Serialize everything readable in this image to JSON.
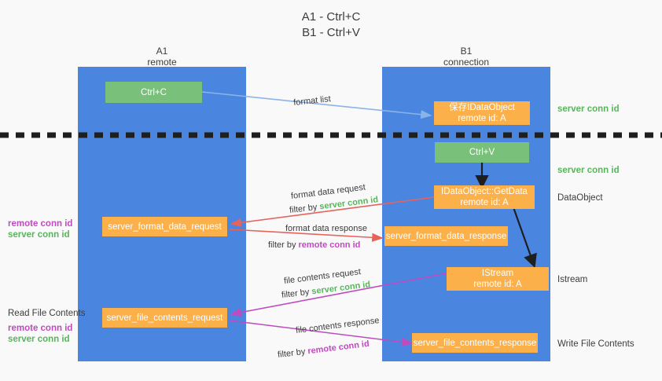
{
  "title": {
    "line1": "A1 - Ctrl+C",
    "line2": "B1 - Ctrl+V"
  },
  "colors": {
    "lane": "#4a86e0",
    "node_orange": "#fbb04a",
    "node_green": "#79c07a",
    "arrow_blue": "#8ab4e8",
    "arrow_red": "#e8625c",
    "arrow_purple": "#c04ac0",
    "arrow_black": "#1f1f1f",
    "text_green": "#57b65c",
    "text_purple": "#c04ac0",
    "text_dark": "#3c3c3c",
    "background": "#f9f9f9"
  },
  "columns": [
    {
      "name": "A1",
      "sub": "remote"
    },
    {
      "name": "B1",
      "sub": "connection"
    }
  ],
  "nodes": {
    "ctrl_c": {
      "label": "Ctrl+C"
    },
    "save_idataobject": {
      "line1": "保存IDataObject",
      "line2": "remote id: A"
    },
    "ctrl_v": {
      "label": "Ctrl+V"
    },
    "getdata": {
      "line1": "IDataObject::GetData",
      "line2": "remote id: A"
    },
    "format_data_request": {
      "label": "server_format_data_request"
    },
    "format_data_response": {
      "label": "server_format_data_response"
    },
    "istream": {
      "line1": "IStream",
      "line2": "remote id: A"
    },
    "file_contents_request": {
      "label": "server_file_contents_request"
    },
    "file_contents_response": {
      "label": "server_file_contents_response"
    }
  },
  "edge_labels": {
    "format_list": "format list",
    "format_data_request": "format data request",
    "format_data_request_filter_prefix": "filter by ",
    "format_data_request_filter_key": "server conn id",
    "format_data_response": "format data response",
    "format_data_response_filter_prefix": "filter by ",
    "format_data_response_filter_key": "remote conn id",
    "file_contents_request": "file contents request",
    "file_contents_request_filter_prefix": "filter by ",
    "file_contents_request_filter_key": "server conn id",
    "file_contents_response": "file contents response",
    "file_contents_response_filter_prefix": "filter by ",
    "file_contents_response_filter_key": "remote conn id"
  },
  "right_labels": [
    {
      "text": "server conn id",
      "kind": "green"
    },
    {
      "text": "server conn id",
      "kind": "green"
    },
    {
      "text": "DataObject",
      "kind": "dark"
    },
    {
      "text": "Istream",
      "kind": "dark"
    },
    {
      "text": "Write File Contents",
      "kind": "dark"
    }
  ],
  "left_labels": {
    "group1": [
      {
        "text": "remote conn id",
        "kind": "purple"
      },
      {
        "text": "server conn id",
        "kind": "green"
      }
    ],
    "group2_title": "Read File Contents",
    "group2": [
      {
        "text": "remote conn id",
        "kind": "purple"
      },
      {
        "text": "server conn id",
        "kind": "green"
      }
    ]
  }
}
